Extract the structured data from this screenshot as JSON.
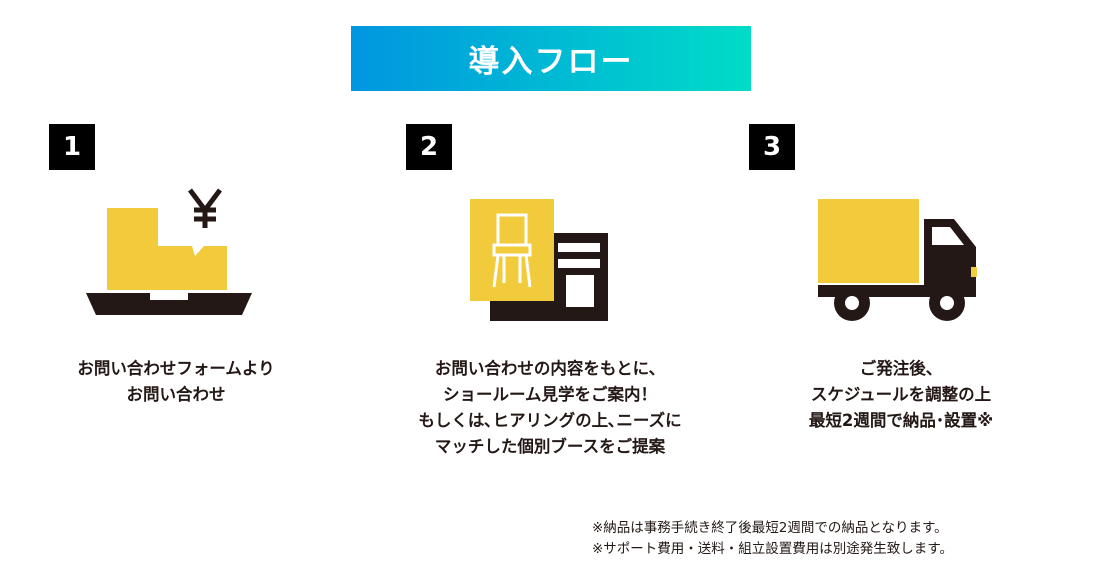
{
  "title": "導入フロー",
  "steps": [
    {
      "number": "1",
      "icon": "laptop-yen-icon",
      "lines": [
        "お問い合わせフォームより",
        "お問い合わせ"
      ]
    },
    {
      "number": "2",
      "icon": "showroom-chair-icon",
      "lines": [
        "お問い合わせの内容をもとに、",
        "ショールーム見学をご案内！",
        "もしくは､ヒアリングの上､ニーズに",
        "マッチした個別ブースをご提案"
      ]
    },
    {
      "number": "3",
      "icon": "delivery-truck-icon",
      "lines": [
        "ご発注後、",
        "スケジュールを調整の上",
        "最短2週間で納品･設置※"
      ]
    }
  ],
  "notes": [
    "※納品は事務手続き終了後最短2週間での納品となります。",
    "※サポート費用・送料・組立設置費用は別途発生致します。"
  ],
  "colors": {
    "banner_start": "#0096e0",
    "banner_end": "#00dcc8",
    "accent_yellow": "#f2cb3c",
    "dark": "#231815"
  }
}
